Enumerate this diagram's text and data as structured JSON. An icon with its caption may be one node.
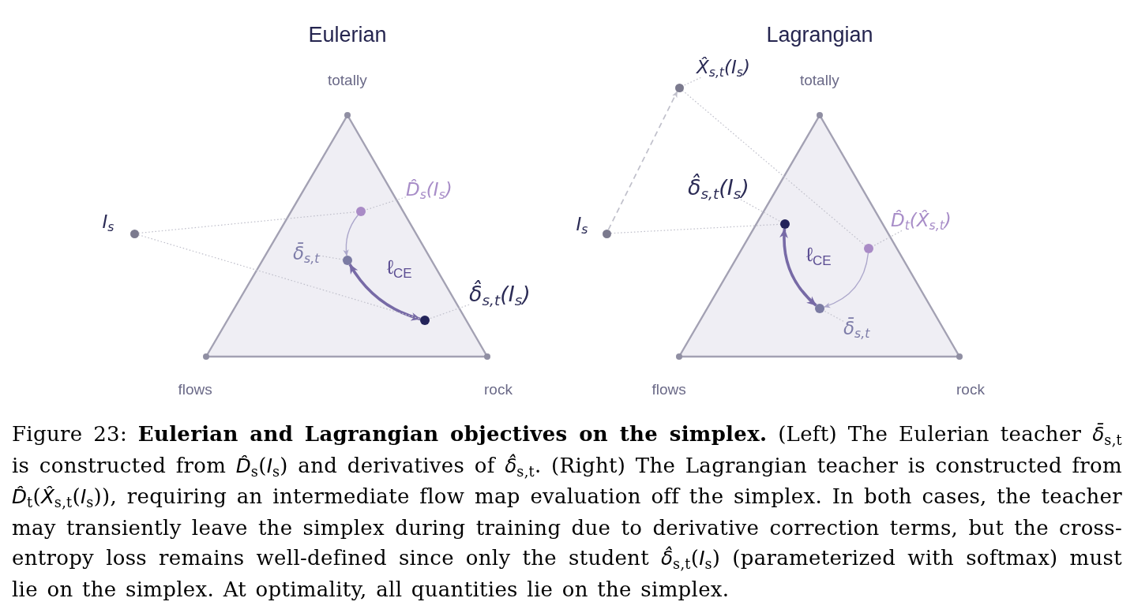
{
  "diagram": {
    "caption": "Figure 23: **Eulerian and Lagrangian objectives on the simplex.** (Left) The Eulerian teacher *δ̄*$_{s,t}$ is constructed from *D̂*$_{s}$(*I*$_{s}$) and derivatives of *δ̂*$_{s,t}$. (Right) The Lagrangian teacher is constructed from *D̂*$_{t}$(*X̂*$_{s,t}$(*I*$_{s}$)), requiring an intermediate flow map evaluation off the simplex. In both cases, the teacher may transiently leave the simplex during training due to derivative correction terms, but the cross-entropy loss remains well-defined since only the student *δ̂*$_{s,t}$(*I*$_{s}$) (parameterized with softmax) must lie on the simplex. At optimality, all quantities lie on the simplex.",
    "nodes": [
      {
        "text": [],
        "shape": "triangle",
        "beside": [
          "totally",
          "flows",
          "rock"
        ]
      },
      {
        "text": [
          "D̂$_{s}$(I$_{s}$)"
        ]
      },
      {
        "text": [],
        "shape": "circle",
        "in": 0
      },
      {
        "text": [],
        "shape": "circle",
        "beside": [
          "I$_{s}$"
        ]
      },
      {
        "text": [
          "δ̄$_{s,t}$"
        ],
        "in": 0
      },
      {
        "text": [],
        "shape": "circle",
        "in": 0
      },
      {
        "text": [
          "δ̂$_{s,t}$(I$_{s}$)"
        ]
      },
      {
        "text": [],
        "shape": "circle",
        "in": 0
      },
      {
        "text": [],
        "shape": "triangle",
        "beside": [
          "totally",
          "flows",
          "rock"
        ]
      },
      {
        "text": [
          "X̂$_{s,t}$(I$_{s}$)"
        ]
      },
      {
        "text": [],
        "shape": "circle"
      },
      {
        "text": [
          "δ̂$_{s,t}$(I$_{s}$)"
        ]
      },
      {
        "text": [],
        "shape": "circle",
        "beside": [
          "I$_{s}$"
        ]
      },
      {
        "text": [],
        "shape": "circle",
        "in": 8
      },
      {
        "text": [
          "D̂$_{t}$(X̂$_{s,t}$)"
        ]
      },
      {
        "text": [],
        "shape": "circle",
        "in": 8
      },
      {
        "text": [],
        "shape": "circle",
        "in": 8
      },
      {
        "text": [
          "δ̄$_{s,t}$"
        ],
        "in": 8
      }
    ],
    "edges": [
      {
        "from": 3,
        "to": 2,
        "arrow": "none",
        "style": "dashed"
      },
      {
        "from": 3,
        "to": 7,
        "arrow": "none",
        "style": "dashed"
      },
      {
        "from": 1,
        "to": 2,
        "arrow": "none",
        "style": "dashed"
      },
      {
        "from": 4,
        "to": 5,
        "arrow": "none",
        "style": "dashed"
      },
      {
        "from": 6,
        "to": 7,
        "arrow": "none",
        "style": "dashed"
      },
      {
        "from": 2,
        "to": 5,
        "arrow": "to",
        "color": "#aca7cb"
      },
      {
        "from": 5,
        "to": 7,
        "arrow": "both",
        "label": "ℓ$_{CE}$",
        "style": "thick",
        "color": "#776aa6"
      },
      {
        "from": 12,
        "to": 10,
        "arrow": "to",
        "style": "dashed"
      },
      {
        "from": 10,
        "to": 15,
        "arrow": "none",
        "style": "dashed"
      },
      {
        "from": 12,
        "to": 13,
        "arrow": "none",
        "style": "dashed"
      },
      {
        "from": 9,
        "to": 10,
        "arrow": "none",
        "style": "dashed"
      },
      {
        "from": 11,
        "to": 13,
        "arrow": "none",
        "style": "dashed"
      },
      {
        "from": 14,
        "to": 15,
        "arrow": "none",
        "style": "dashed"
      },
      {
        "from": 17,
        "to": 16,
        "arrow": "none",
        "style": "dashed"
      },
      {
        "from": 15,
        "to": 16,
        "arrow": "to",
        "color": "#aca7cb"
      },
      {
        "from": 13,
        "to": 16,
        "arrow": "both",
        "label": "ℓ$_{CE}$",
        "style": "thick",
        "color": "#776aa6"
      }
    ],
    "labels": [
      "Eulerian",
      "Lagrangian"
    ]
  }
}
